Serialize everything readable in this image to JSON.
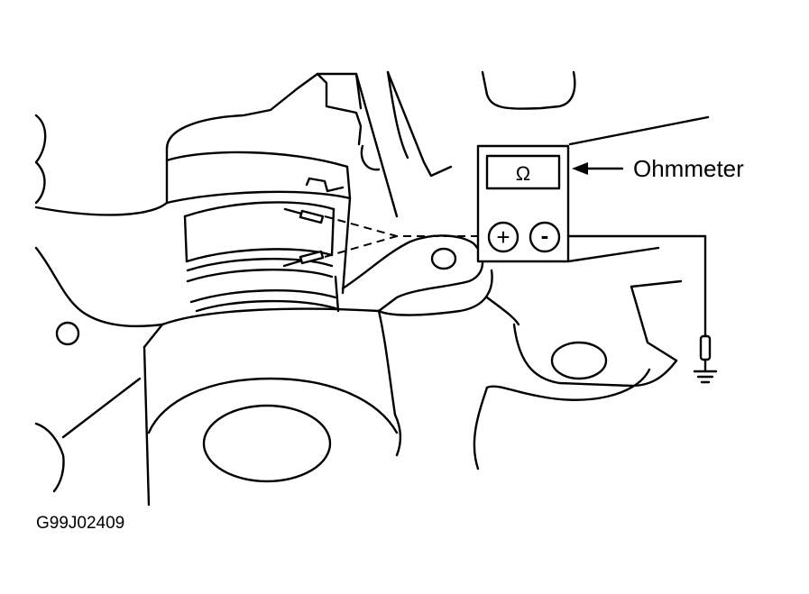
{
  "meter": {
    "label": "Ohmmeter",
    "display_symbol": "Ω",
    "positive_terminal": "+",
    "negative_terminal": "-"
  },
  "figure_code": "G99J02409",
  "colors": {
    "ink": "#000000",
    "paper": "#ffffff"
  }
}
